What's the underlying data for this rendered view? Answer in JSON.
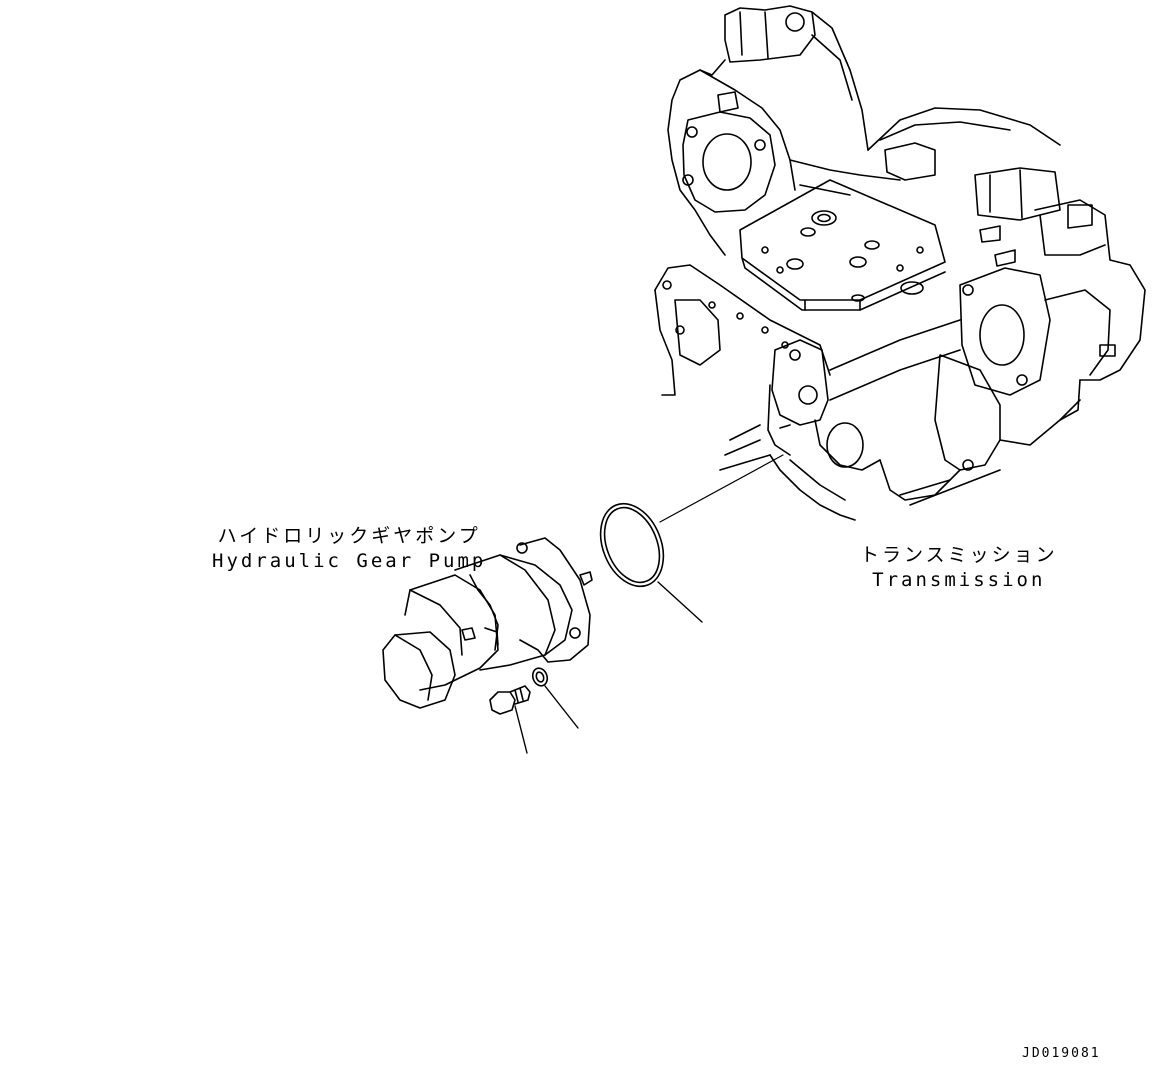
{
  "labels": {
    "pump_jp": "ハイドロリックギヤポンプ",
    "pump_en": "Hydraulic Gear Pump",
    "transmission_jp": "トランスミッション",
    "transmission_en": "Transmission"
  },
  "drawing_id": "JD019081",
  "colors": {
    "line": "#000000",
    "background": "#ffffff"
  }
}
